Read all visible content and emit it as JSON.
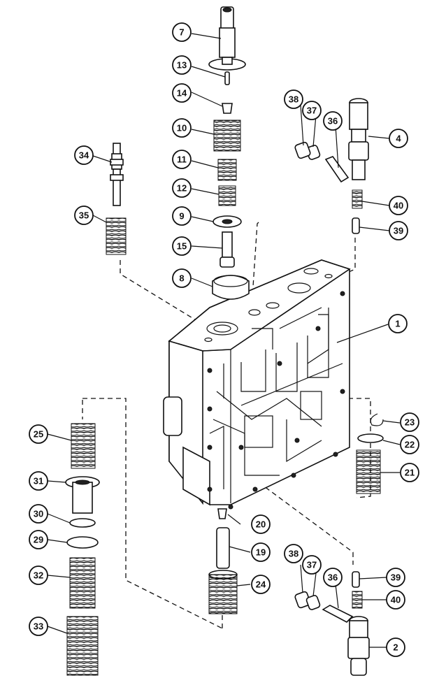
{
  "figure": {
    "callouts": [
      {
        "id": "c1",
        "label": "1"
      },
      {
        "id": "c2",
        "label": "2"
      },
      {
        "id": "c4",
        "label": "4"
      },
      {
        "id": "c7",
        "label": "7"
      },
      {
        "id": "c8",
        "label": "8"
      },
      {
        "id": "c9",
        "label": "9"
      },
      {
        "id": "c10",
        "label": "10"
      },
      {
        "id": "c11",
        "label": "11"
      },
      {
        "id": "c12",
        "label": "12"
      },
      {
        "id": "c13",
        "label": "13"
      },
      {
        "id": "c14",
        "label": "14"
      },
      {
        "id": "c15",
        "label": "15"
      },
      {
        "id": "c19",
        "label": "19"
      },
      {
        "id": "c20",
        "label": "20"
      },
      {
        "id": "c21",
        "label": "21"
      },
      {
        "id": "c22",
        "label": "22"
      },
      {
        "id": "c23",
        "label": "23"
      },
      {
        "id": "c24",
        "label": "24"
      },
      {
        "id": "c25",
        "label": "25"
      },
      {
        "id": "c29",
        "label": "29"
      },
      {
        "id": "c30",
        "label": "30"
      },
      {
        "id": "c31",
        "label": "31"
      },
      {
        "id": "c32",
        "label": "32"
      },
      {
        "id": "c33",
        "label": "33"
      },
      {
        "id": "c34",
        "label": "34"
      },
      {
        "id": "c35",
        "label": "35"
      },
      {
        "id": "c36a",
        "label": "36"
      },
      {
        "id": "c37a",
        "label": "37"
      },
      {
        "id": "c38a",
        "label": "38"
      },
      {
        "id": "c39a",
        "label": "39"
      },
      {
        "id": "c40a",
        "label": "40"
      },
      {
        "id": "c36b",
        "label": "36"
      },
      {
        "id": "c37b",
        "label": "37"
      },
      {
        "id": "c38b",
        "label": "38"
      },
      {
        "id": "c39b",
        "label": "39"
      },
      {
        "id": "c40b",
        "label": "40"
      }
    ]
  },
  "colors": {
    "ink": "#111111",
    "paper": "#ffffff"
  }
}
